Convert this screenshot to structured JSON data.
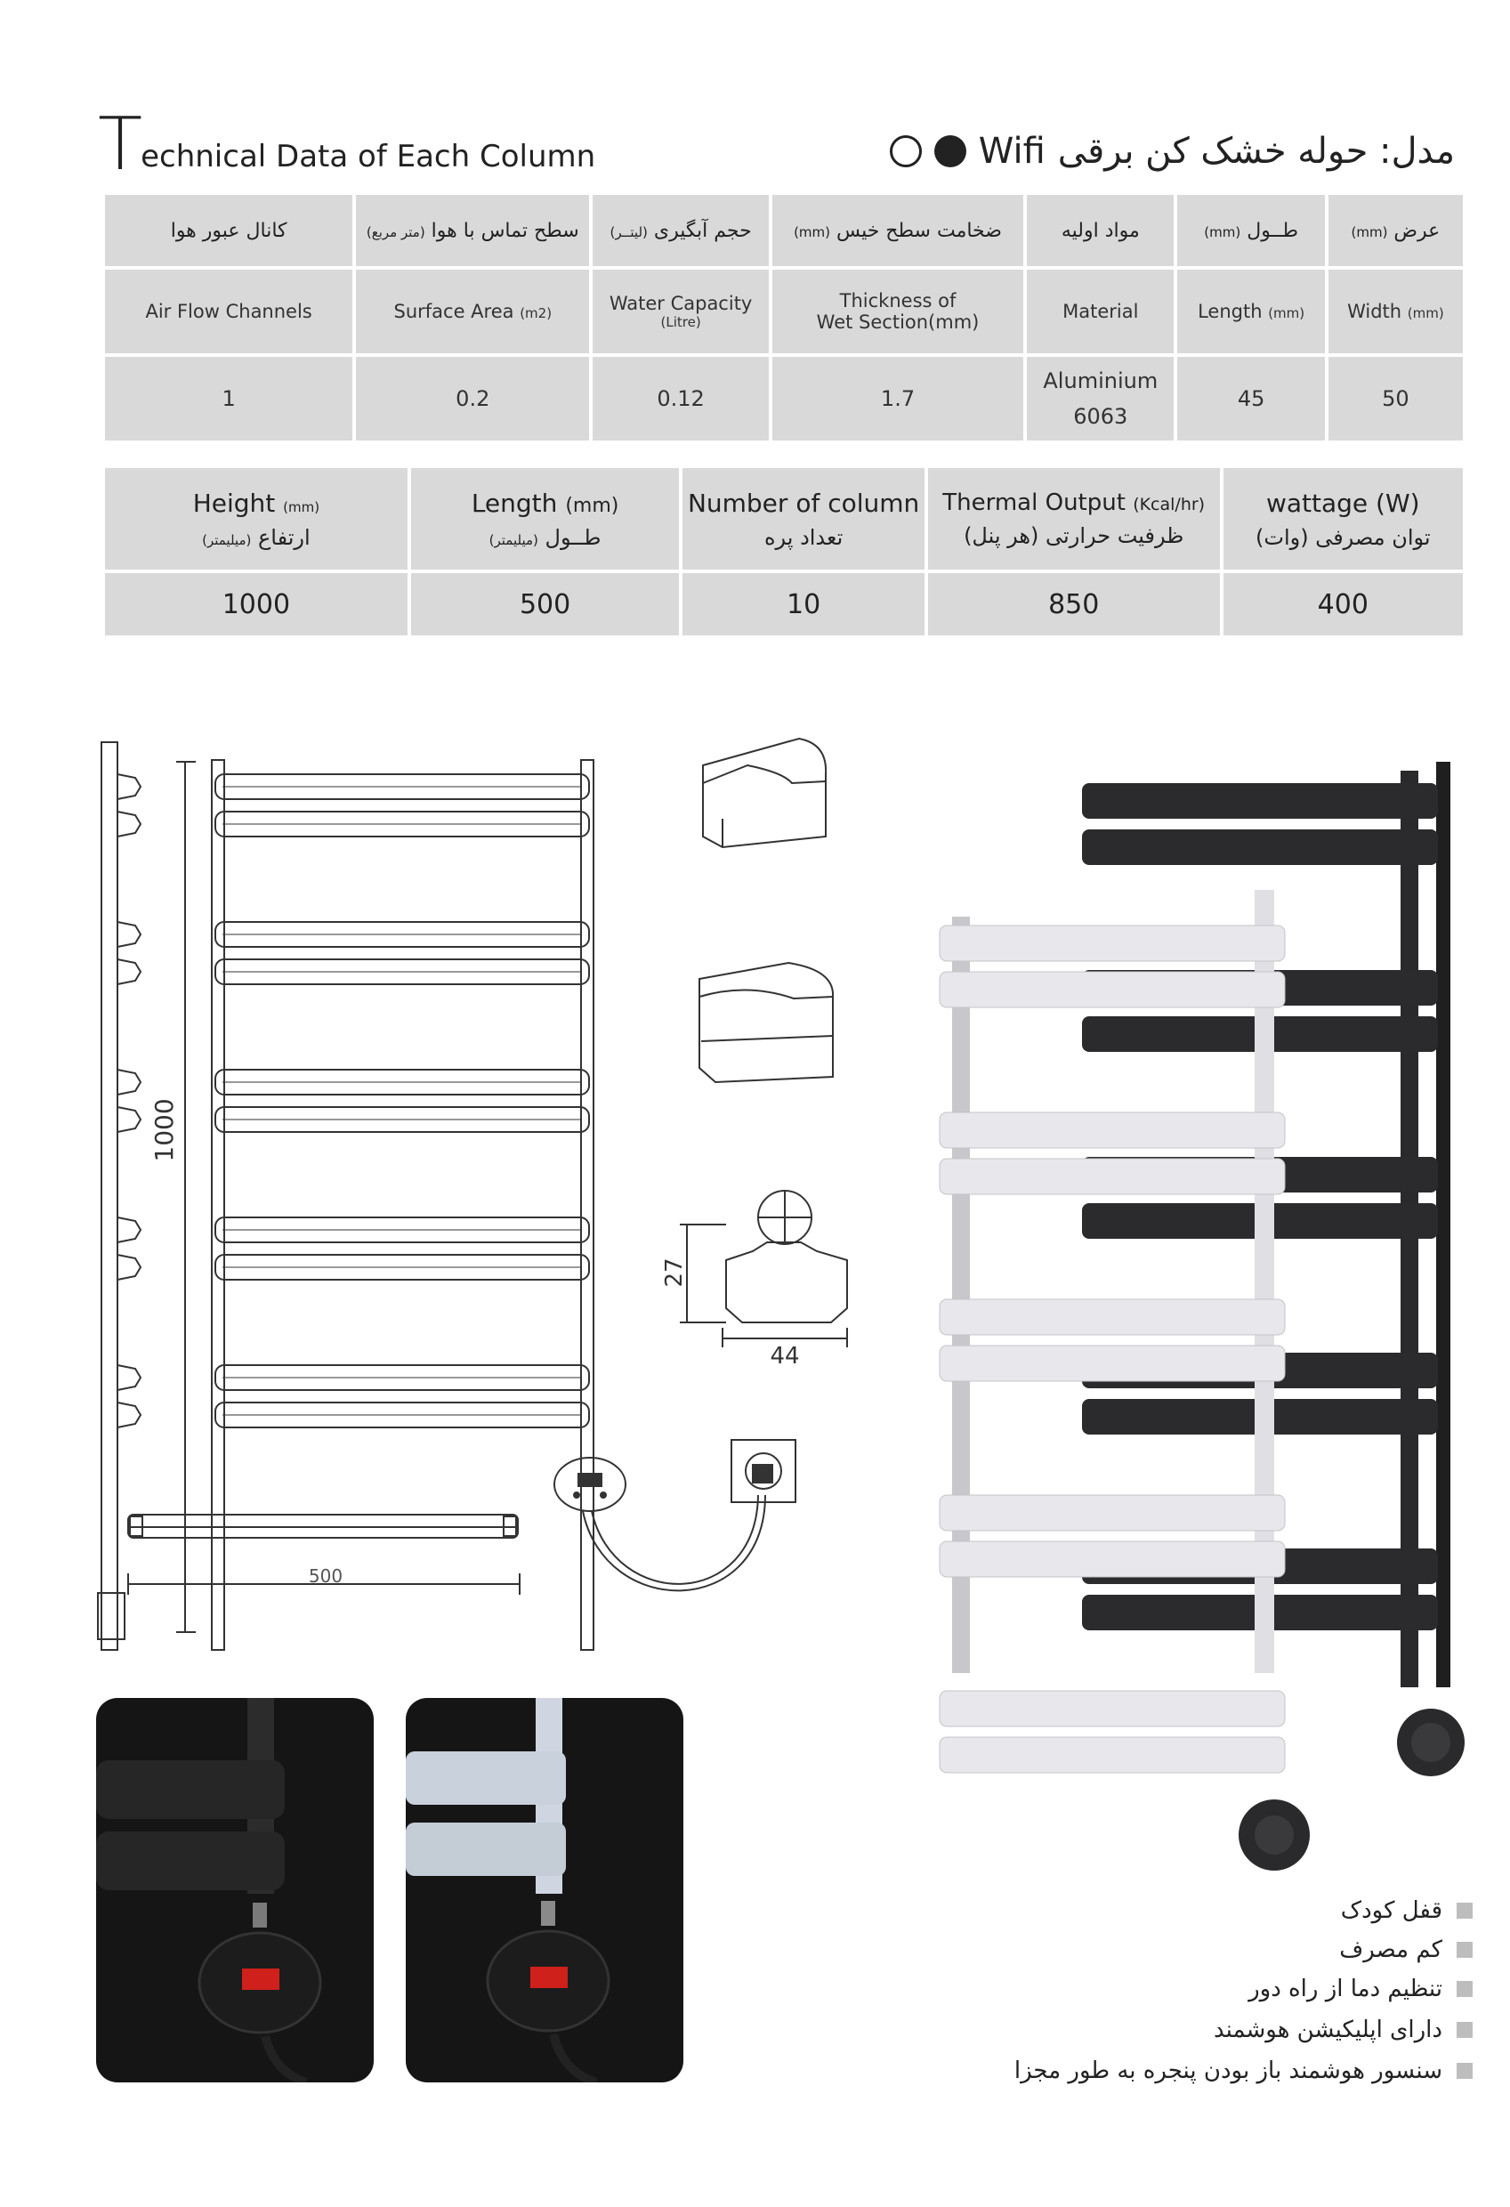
{
  "header": {
    "title_first_letter": "T",
    "title_rest": "echnical Data of Each Column",
    "model_fa": "مدل: حوله خشک کن برقی",
    "model_wifi": "Wifi"
  },
  "table1": {
    "fa_headers": [
      "کانال عبور هوا",
      "سطح تماس با هوا",
      "حجم آبگیری",
      "ضخامت سطح خیس",
      "مواد اولیه",
      "طــول",
      "عرض"
    ],
    "fa_units": [
      "",
      "(متر مربع)",
      "(لیتــر)",
      "(mm)",
      "",
      "(mm)",
      "(mm)"
    ],
    "en_headers": [
      "Air Flow Channels",
      "Surface Area",
      "Water Capacity",
      "Thickness of",
      "Material",
      "Length",
      "Width"
    ],
    "en_sub": [
      "",
      "(m2)",
      "(Litre)",
      "Wet Section(mm)",
      "",
      "(mm)",
      "(mm)"
    ],
    "values": [
      "1",
      "0.2",
      "0.12",
      "1.7",
      "Aluminium",
      "45",
      "50"
    ],
    "material_grade": "6063"
  },
  "table2": {
    "en_headers": [
      "Height",
      "Length",
      "Number of column",
      "Thermal Output",
      "wattage (W)"
    ],
    "en_units": [
      "(mm)",
      "(mm)",
      "",
      "(Kcal/hr)",
      ""
    ],
    "fa_headers": [
      "ارتفاع",
      "طــول",
      "تعداد پره",
      "ظرفیت حرارتی (هر پنل)",
      "توان مصرفی (وات)"
    ],
    "fa_units": [
      "(میلیمتر)",
      "(میلیمتر)",
      "",
      "",
      ""
    ],
    "values": [
      "1000",
      "500",
      "10",
      "850",
      "400"
    ]
  },
  "drawing": {
    "height_dim": "1000",
    "width_dim": "500",
    "profile_height": "27",
    "profile_width": "44"
  },
  "features": [
    "قفل کودک",
    "کم مصرف",
    "تنظیم دما از راه دور",
    "دارای اپلیکیشن هوشمند",
    "سنسور هوشمند باز بودن پنجره به طور مجزا"
  ],
  "colors": {
    "cell_bg": "#d9d9da",
    "dark": "#222222",
    "radiator_dark": "#2a2a2c",
    "radiator_light": "#e6e6ea"
  }
}
